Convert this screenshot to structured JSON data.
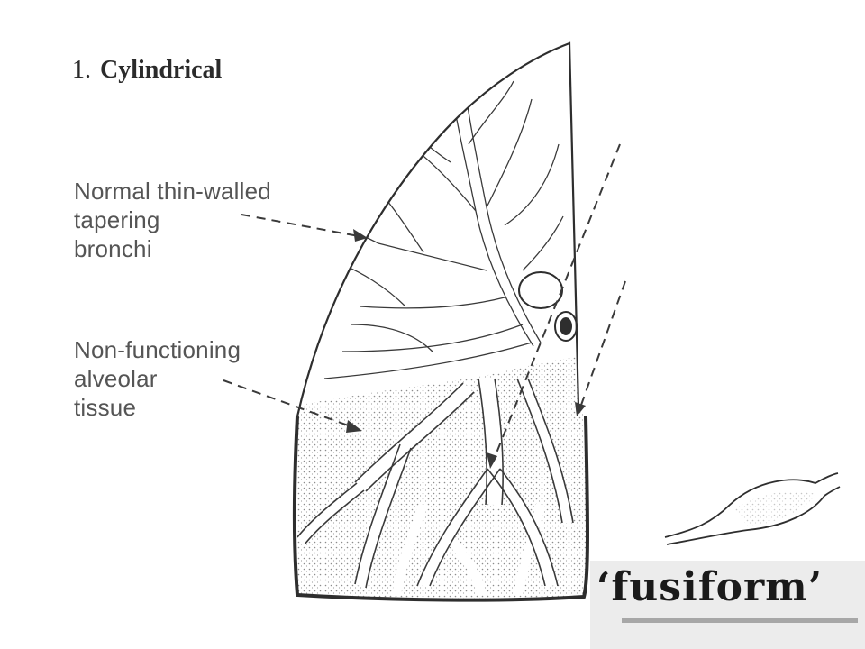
{
  "heading": {
    "number": "1.",
    "title": "Cylindrical"
  },
  "labels": {
    "bronchi": [
      "Normal thin-walled",
      "tapering",
      "bronchi"
    ],
    "alveolar": [
      "Non-functioning",
      "alveolar",
      "tissue"
    ]
  },
  "inset": {
    "caption": "‘fusiform’"
  },
  "colors": {
    "ink": "#2e2e2e",
    "label_text": "#555555",
    "stipple": "#8c8c8c"
  }
}
